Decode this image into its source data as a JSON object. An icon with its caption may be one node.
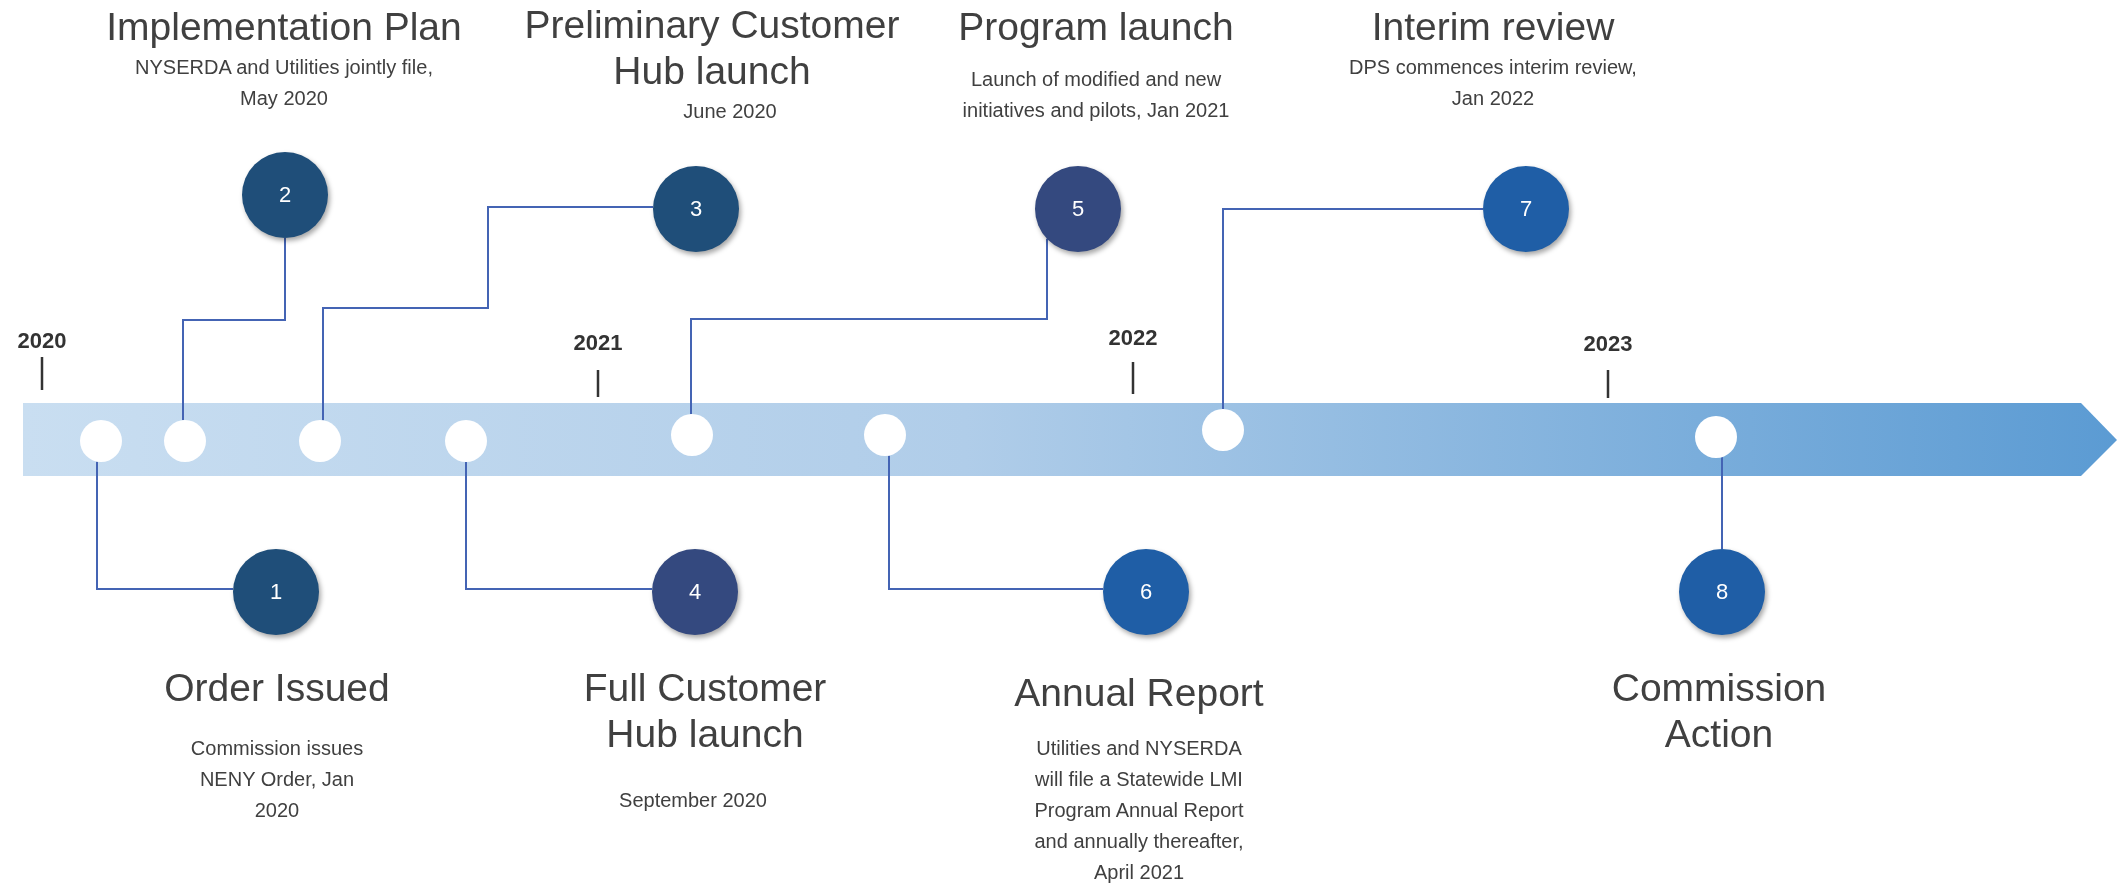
{
  "diagram": {
    "nodes": [
      {
        "text": [
          "1"
        ],
        "beside": [
          "Order Issued",
          "Commission issues NENY Order, Jan 2020"
        ]
      },
      {
        "text": [
          "2"
        ],
        "beside": [
          "Implementation Plan",
          "NYSERDA and Utilities jointly file, May 2020"
        ]
      },
      {
        "text": [
          "3"
        ],
        "beside": [
          "Preliminary Customer Hub launch",
          "June 2020"
        ]
      },
      {
        "text": [
          "4"
        ],
        "beside": [
          "Full Customer Hub launch",
          "September 2020"
        ]
      },
      {
        "text": [
          "5"
        ],
        "beside": [
          "Program launch",
          "Launch of modified and new initiatives and pilots, Jan 2021"
        ]
      },
      {
        "text": [
          "6"
        ],
        "beside": [
          "Annual Report",
          "Utilities and NYSERDA will file a Statewide LMI Program Annual Report and annually thereafter, April 2021"
        ]
      },
      {
        "text": [
          "7"
        ],
        "beside": [
          "Interim review",
          "DPS commences interim review, Jan 2022"
        ]
      },
      {
        "text": [
          "8"
        ],
        "beside": [
          "Commission Action"
        ]
      },
      {
        "text": [],
        "shape": "circle"
      },
      {
        "text": [],
        "shape": "circle"
      },
      {
        "text": [],
        "shape": "circle"
      },
      {
        "text": [],
        "shape": "circle"
      },
      {
        "text": [],
        "shape": "circle"
      },
      {
        "text": [],
        "shape": "circle"
      },
      {
        "text": [],
        "shape": "circle"
      },
      {
        "text": [],
        "shape": "circle"
      }
    ],
    "edges": [
      {
        "from": 8,
        "to": 0,
        "arrow": "none"
      },
      {
        "from": 9,
        "to": 1,
        "arrow": "none"
      },
      {
        "from": 10,
        "to": 2,
        "arrow": "none"
      },
      {
        "from": 11,
        "to": 3,
        "arrow": "none"
      },
      {
        "from": 12,
        "to": 4,
        "arrow": "none"
      },
      {
        "from": 13,
        "to": 5,
        "arrow": "none"
      },
      {
        "from": 14,
        "to": 6,
        "arrow": "none"
      },
      {
        "from": 15,
        "to": 7,
        "arrow": "none"
      }
    ],
    "labels": [
      "2020",
      "2021",
      "2022",
      "2023"
    ]
  }
}
